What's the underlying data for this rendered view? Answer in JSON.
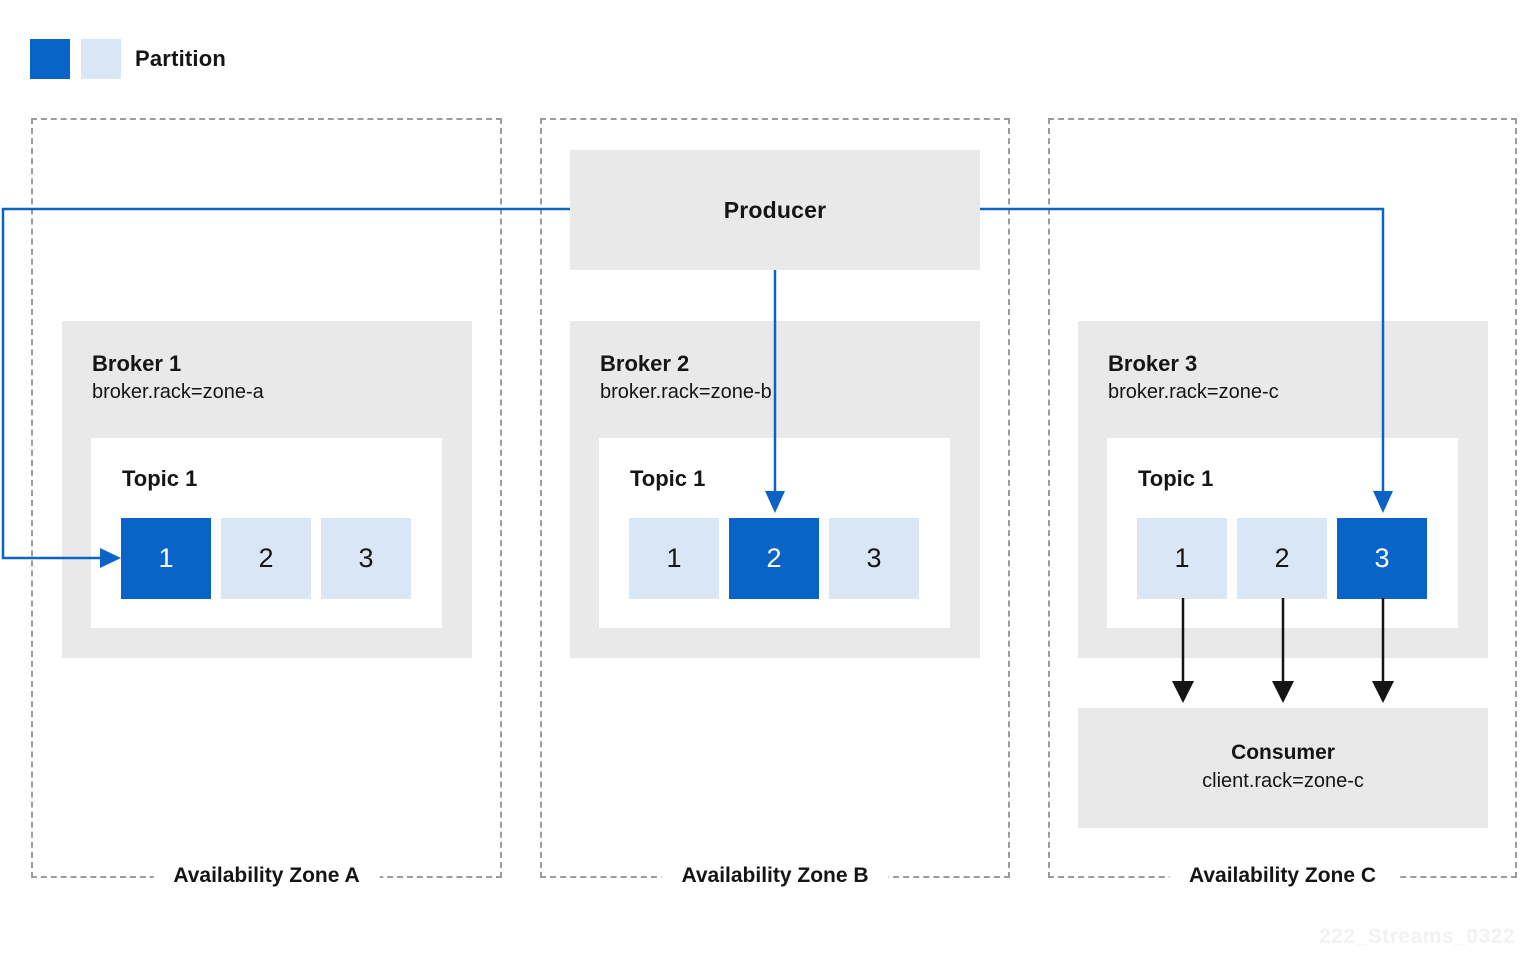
{
  "legend": {
    "label": "Partition"
  },
  "producer": {
    "label": "Producer"
  },
  "zones": [
    {
      "label": "Availability Zone A",
      "broker": {
        "title": "Broker 1",
        "config": "broker.rack=zone-a",
        "topic": {
          "title": "Topic 1",
          "partitions": [
            {
              "n": "1",
              "active": true
            },
            {
              "n": "2",
              "active": false
            },
            {
              "n": "3",
              "active": false
            }
          ]
        }
      }
    },
    {
      "label": "Availability Zone B",
      "broker": {
        "title": "Broker 2",
        "config": "broker.rack=zone-b",
        "topic": {
          "title": "Topic 1",
          "partitions": [
            {
              "n": "1",
              "active": false
            },
            {
              "n": "2",
              "active": true
            },
            {
              "n": "3",
              "active": false
            }
          ]
        }
      }
    },
    {
      "label": "Availability Zone C",
      "broker": {
        "title": "Broker 3",
        "config": "broker.rack=zone-c",
        "topic": {
          "title": "Topic 1",
          "partitions": [
            {
              "n": "1",
              "active": false
            },
            {
              "n": "2",
              "active": false
            },
            {
              "n": "3",
              "active": true
            }
          ]
        }
      }
    }
  ],
  "consumer": {
    "title": "Consumer",
    "config": "client.rack=zone-c"
  },
  "watermark": "222_Streams_0322",
  "colors": {
    "partition_active": "#0a64c8",
    "partition_inactive": "#d9e6f6",
    "box_gray": "#e9e9e9",
    "dashed_border": "#9c9c9c",
    "producer_arrow_blue": "#0a64c8",
    "consumer_arrow_black": "#151515"
  }
}
